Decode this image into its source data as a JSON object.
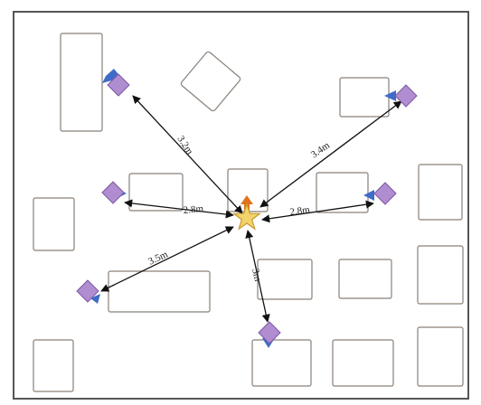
{
  "scene": {
    "frame_color": "#555555",
    "furniture_fill": "#ffffff",
    "furniture_stroke": "#8a8078",
    "line_color": "#111111",
    "star_fill": "#f3d36b",
    "star_stroke": "#c99a2a",
    "arrow_color": "#e0731f",
    "node_fill": "#b08cd0",
    "node_stroke": "#7d58a3",
    "pointer_color": "#3f6cc9"
  },
  "center_icon": "star-icon",
  "node_icon": "purple-diamond-node-icon",
  "links": [
    {
      "id": "top-left",
      "label": "3.2m"
    },
    {
      "id": "top-right",
      "label": "3.4m"
    },
    {
      "id": "left",
      "label": "2.8m"
    },
    {
      "id": "right",
      "label": "2.8m"
    },
    {
      "id": "lower-left",
      "label": "3.5m"
    },
    {
      "id": "bottom",
      "label": "3m"
    }
  ]
}
